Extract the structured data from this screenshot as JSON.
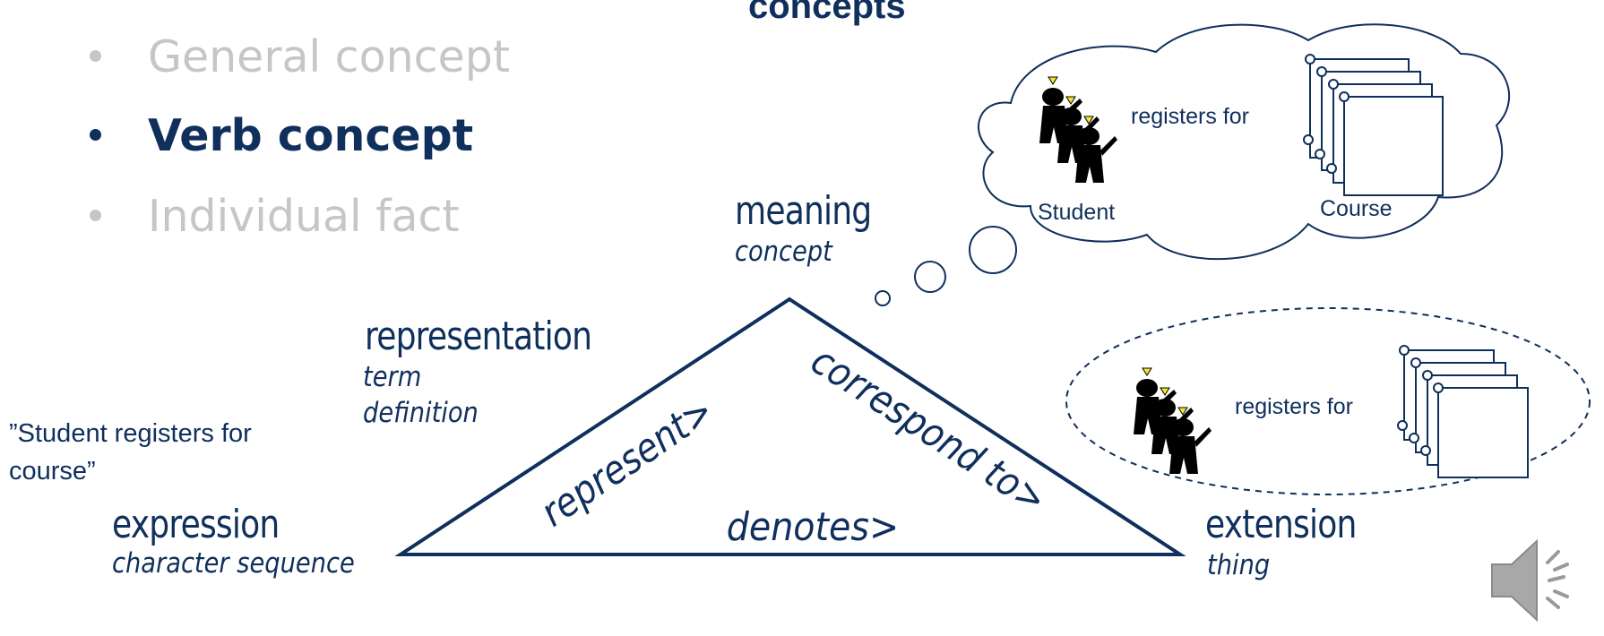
{
  "heading": "concepts",
  "bullets": [
    {
      "label": "General concept",
      "active": false
    },
    {
      "label": "Verb concept",
      "active": true
    },
    {
      "label": "Individual fact",
      "active": false
    }
  ],
  "quote": "”Student registers for course”",
  "triangle": {
    "meaning": {
      "title": "meaning",
      "sub": "concept"
    },
    "representation": {
      "title": "representation",
      "sub1": "term",
      "sub2": "definition"
    },
    "expression": {
      "title": "expression",
      "sub": "character sequence"
    },
    "extension": {
      "title": "extension",
      "sub": "thing"
    },
    "edges": {
      "left": "represent>",
      "right": "correspond to>",
      "bottom": "denotes>"
    }
  },
  "thought_cloud": {
    "left_label": "Student",
    "right_label": "Course",
    "verb": "registers for"
  },
  "extension_ellipse": {
    "verb": "registers for"
  },
  "icons": [
    "student-figures-icon",
    "course-scroll-icon",
    "speaker-icon"
  ],
  "colors": {
    "primary": "#0f2f5c",
    "dimmed": "#c6c6c6",
    "speaker": "#9a9a9a"
  }
}
